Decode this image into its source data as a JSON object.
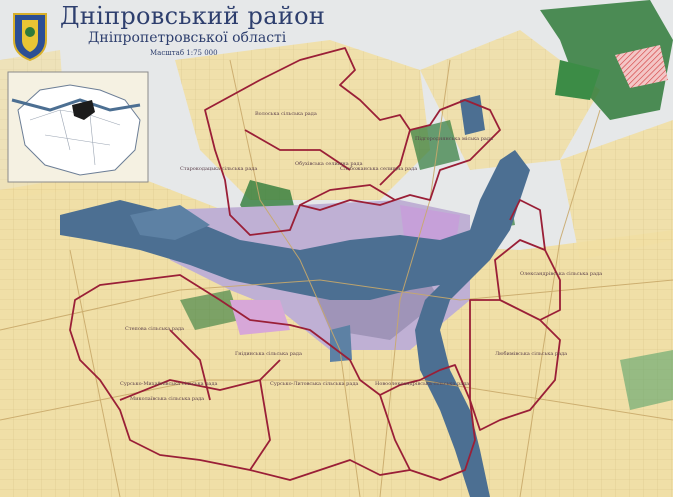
{
  "map": {
    "title": "Дніпровський район",
    "subtitle": "Дніпропетровської області",
    "scale_text": "Масштаб 1:75 000",
    "colors": {
      "farmland": "#f1dfa4",
      "water": "#4c6f92",
      "forest": "#2f7a3a",
      "urban": "#b7a3cf",
      "boundary": "#9a1f37",
      "road": "#c9c0b0",
      "background": "#e4e6e8"
    },
    "emblem_icon": "coat-of-arms-icon",
    "inset_icon": "oblast-locator-icon",
    "district_labels": [
      "Олександрівська сільська рада",
      "Волоська сільська рада",
      "Старокодацька сільська рада",
      "Слобожанська селищна рада",
      "Підгороднянська міська рада",
      "Обухівська селищна рада",
      "Любимівська сільська рада",
      "Сурсько-Литовська сільська рада",
      "Миколаївська сільська рада",
      "Гнідинська сільська рада",
      "Новоолександрівська сільська рада",
      "Степова сільська рада",
      "Сурсько-Михайлівська сільська рада"
    ]
  }
}
